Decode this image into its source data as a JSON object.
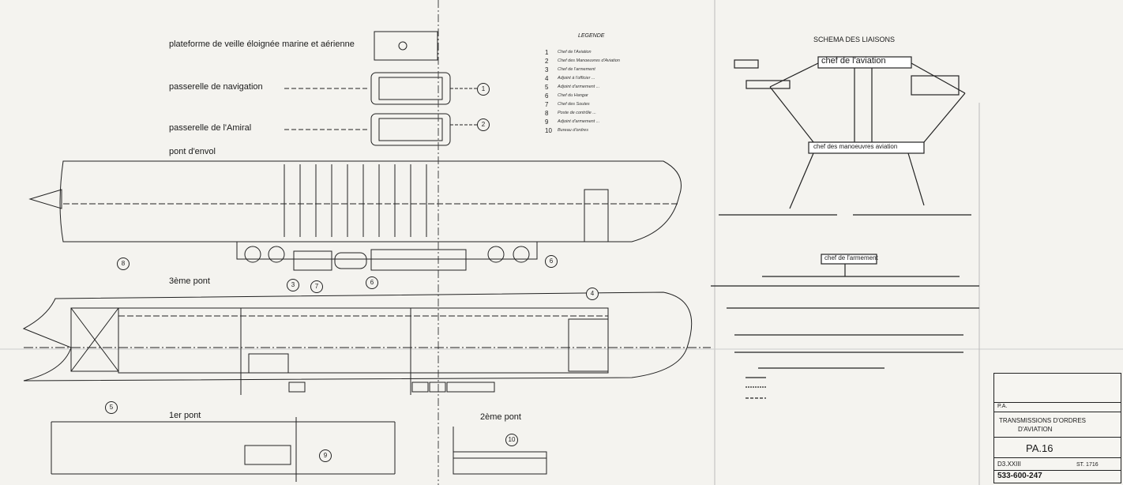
{
  "decks": {
    "platform": "plateforme de veille éloignée marine et aérienne",
    "nav_bridge": "passerelle de navigation",
    "admiral_bridge": "passerelle de l'Amiral",
    "flight_deck": "pont d'envol",
    "third_deck": "3ème pont",
    "first_deck": "1er pont",
    "second_deck": "2ème pont"
  },
  "legend": {
    "title": "LEGENDE",
    "items": [
      {
        "num": "1",
        "text": "Chef de l'Aviation"
      },
      {
        "num": "2",
        "text": "Chef des Manoeuvres d'Aviation"
      },
      {
        "num": "3",
        "text": "Chef de l'armement"
      },
      {
        "num": "4",
        "text": "Adjoint à l'officier ..."
      },
      {
        "num": "5",
        "text": "Adjoint d'armement ..."
      },
      {
        "num": "6",
        "text": "Chef du Hangar"
      },
      {
        "num": "7",
        "text": "Chef des Soutes"
      },
      {
        "num": "8",
        "text": "Poste de contrôle ..."
      },
      {
        "num": "9",
        "text": "Adjoint d'armement ..."
      },
      {
        "num": "10",
        "text": "Bureau d'ordres"
      }
    ]
  },
  "schema": {
    "title": "SCHEMA DES LIAISONS",
    "chef_aviation": "chef de l'aviation",
    "chef_manoeuvres": "chef des manoeuvres aviation",
    "chef_armement": "chef de l'armement"
  },
  "circles": [
    "1",
    "2",
    "3",
    "4",
    "5",
    "6",
    "7",
    "8",
    "9",
    "10",
    "6"
  ],
  "title_block": {
    "ref": "P.A.",
    "title1": "TRANSMISSIONS D'ORDRES",
    "title2": "D'AVIATION",
    "ship": "PA.16",
    "code": "D3.XXIII",
    "number": "533-600-247",
    "sheet": "ST. 1716"
  }
}
